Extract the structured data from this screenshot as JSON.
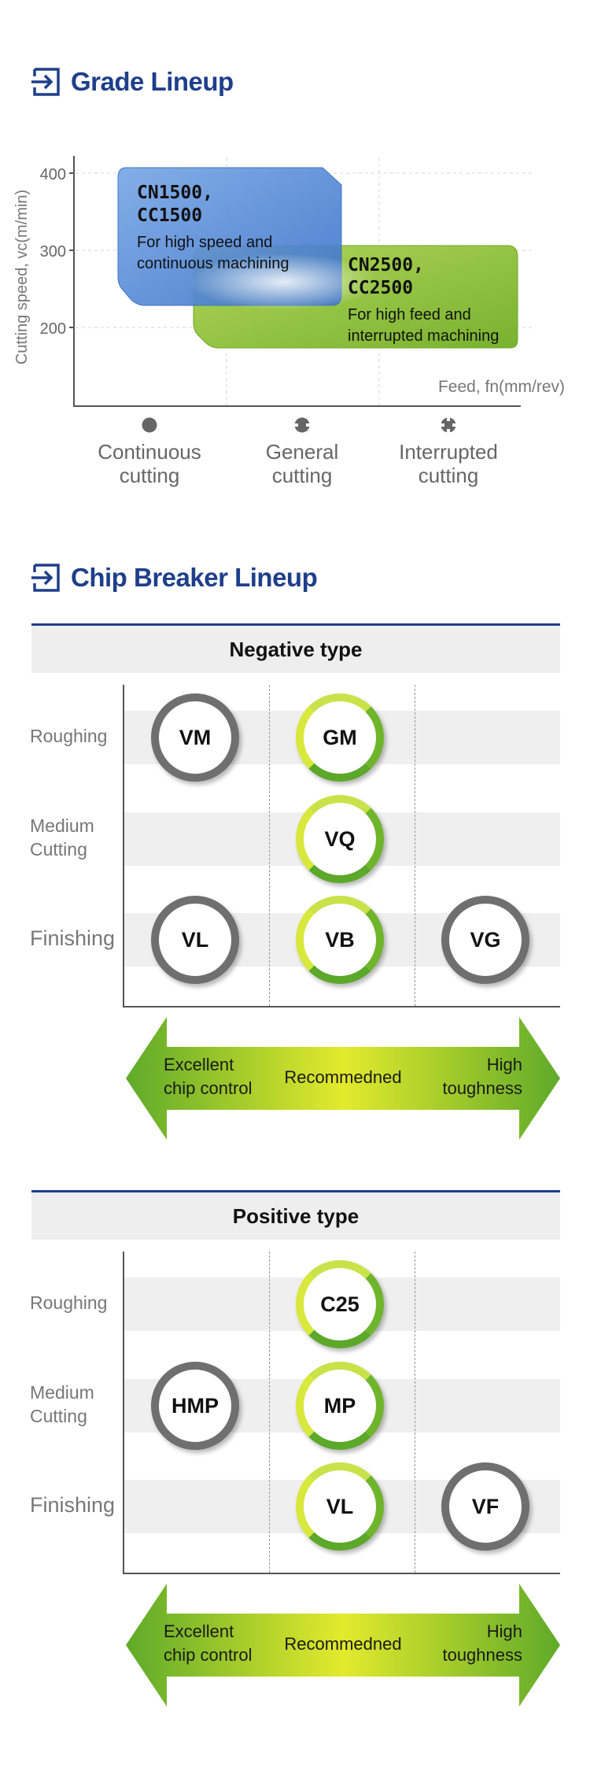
{
  "grade_section": {
    "title": "Grade Lineup",
    "chart_data": {
      "type": "region-map",
      "ylabel": "Cutting speed, vc(m/min)",
      "xlabel": "Feed, fn(mm/rev)",
      "yticks": [
        "400",
        "300",
        "200"
      ],
      "regions": [
        {
          "grade": "CN1500,\nCC1500",
          "desc": "For high speed and\ncontinuous machining",
          "color": "#5b8fd6"
        },
        {
          "grade": "CN2500,\nCC2500",
          "desc": "For high feed and\ninterrupted machining",
          "color": "#8dc03c"
        }
      ],
      "conditions": [
        {
          "label": "Continuous\ncutting",
          "icon": "solid-circle-icon"
        },
        {
          "label": "General\ncutting",
          "icon": "notched-circle-icon"
        },
        {
          "label": "Interrupted\ncutting",
          "icon": "cross-notched-circle-icon"
        }
      ]
    }
  },
  "chip_section": {
    "title": "Chip Breaker Lineup",
    "rows": [
      "Roughing",
      "Medium\nCutting",
      "Finishing"
    ],
    "arrow": {
      "left": "Excellent\nchip control",
      "middle": "Recommedned",
      "right": "High\ntoughness"
    },
    "tables": [
      {
        "title": "Negative type",
        "items": [
          {
            "label": "VM",
            "row": 0,
            "col": 0,
            "style": "gray"
          },
          {
            "label": "GM",
            "row": 0,
            "col": 1,
            "style": "green"
          },
          {
            "label": "VQ",
            "row": 1,
            "col": 1,
            "style": "green"
          },
          {
            "label": "VL",
            "row": 2,
            "col": 0,
            "style": "gray"
          },
          {
            "label": "VB",
            "row": 2,
            "col": 1,
            "style": "green"
          },
          {
            "label": "VG",
            "row": 2,
            "col": 2,
            "style": "gray"
          }
        ]
      },
      {
        "title": "Positive type",
        "items": [
          {
            "label": "C25",
            "row": 0,
            "col": 1,
            "style": "green"
          },
          {
            "label": "HMP",
            "row": 1,
            "col": 0,
            "style": "gray"
          },
          {
            "label": "MP",
            "row": 1,
            "col": 1,
            "style": "green"
          },
          {
            "label": "VL",
            "row": 2,
            "col": 1,
            "style": "green"
          },
          {
            "label": "VF",
            "row": 2,
            "col": 2,
            "style": "gray"
          }
        ]
      }
    ]
  }
}
